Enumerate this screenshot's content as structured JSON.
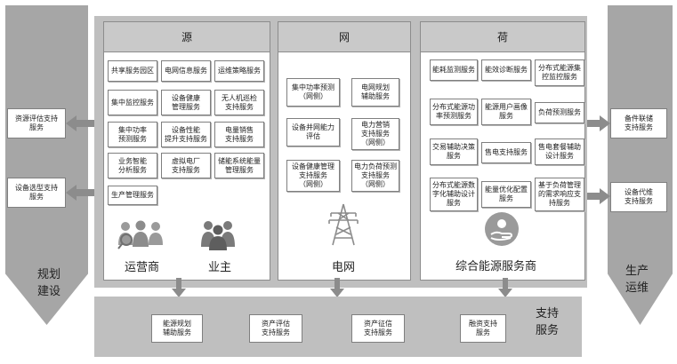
{
  "left_column": {
    "boxes": [
      "资源评估支持\n服务",
      "设备选型支持\n服务"
    ],
    "bottom_label": "规划\n建设"
  },
  "right_column": {
    "boxes": [
      "备件联储\n支持服务",
      "设备代维\n支持服务"
    ],
    "bottom_label": "生产\n运维"
  },
  "panels": {
    "source": {
      "title": "源",
      "cells": [
        "共享服务园区",
        "电网信息服务",
        "运维策略服务",
        "集中监控服务",
        "设备健康\n管理服务",
        "无人机巡检\n支持服务",
        "集中功率\n预测服务",
        "设备性能\n提升支持服务",
        "电量销售\n支持服务",
        "业务智能\n分析服务",
        "虚拟电厂\n支持服务",
        "储能系统能量\n管理服务",
        "生产管理服务"
      ],
      "roles": [
        "运营商",
        "业主"
      ]
    },
    "grid": {
      "title": "网",
      "cells": [
        "集中功率预测\n（网侧）",
        "电网规划\n辅助服务",
        "设备并网能力\n评估",
        "电力营销\n支持服务\n（网侧）",
        "设备健康管理\n支持服务\n（网侧）",
        "电力负荷预测\n支持服务\n（网侧）"
      ],
      "footer": "电网"
    },
    "load": {
      "title": "荷",
      "cells": [
        "能耗监测服务",
        "能效诊断服务",
        "分布式能源集\n控监控服务",
        "分布式能源功\n率预测服务",
        "能源用户画像\n服务",
        "负荷预测服务",
        "交易辅助决策\n服务",
        "售电支持服务",
        "售电套餐辅助\n设计服务",
        "分布式能源数\n字化辅助设计\n服务",
        "能量优化配置\n服务",
        "基于负荷管理\n的需求响应支\n持服务"
      ],
      "footer": "综合能源服务商"
    }
  },
  "bottom": {
    "boxes": [
      "能源规划\n辅助服务",
      "资产评估\n支持服务",
      "资产征信\n支持服务",
      "融资支持\n服务"
    ],
    "label": "支持\n服务"
  },
  "colors": {
    "arrow_gray": "#a6a6a6",
    "panel_gray": "#bfbfbf",
    "header_gray": "#c9c9c9",
    "icon_gray": "#8c8c8c"
  }
}
